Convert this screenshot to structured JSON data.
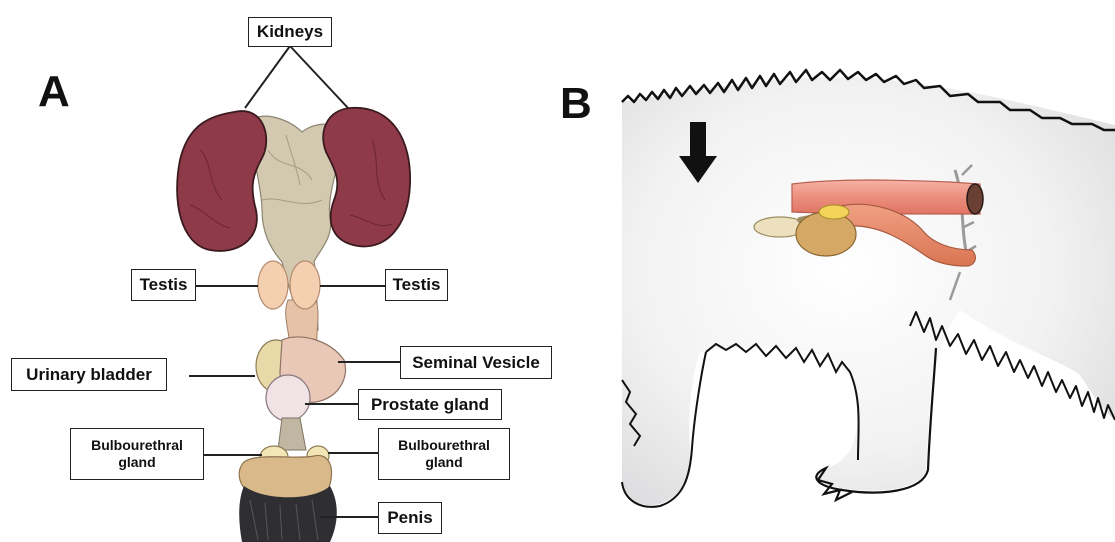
{
  "panels": {
    "a": {
      "letter": "A"
    },
    "b": {
      "letter": "B"
    }
  },
  "labels": {
    "kidneys": "Kidneys",
    "testis_left": "Testis",
    "testis_right": "Testis",
    "urinary_bladder": "Urinary bladder",
    "seminal_vesicle": "Seminal Vesicle",
    "prostate_gland": "Prostate gland",
    "bulbourethral_left": {
      "line1": "Bulbourethral",
      "line2": "gland"
    },
    "bulbourethral_right": {
      "line1": "Bulbourethral",
      "line2": "gland"
    },
    "penis": "Penis"
  },
  "colors": {
    "kidney": "#8e3a48",
    "tissue": "#d3c9b0",
    "testis": "#f4cfb0",
    "bladder": "#e8d9a8",
    "seminal_vesicle": "#e9c8b8",
    "prostate": "#f1e2e6",
    "bulbourethral": "#f3e6b6",
    "penis_base": "#d9b88a",
    "penis_dark": "#2f2f33",
    "tube_pink": "#ec9a8a",
    "tube_salmon": "#e88a6c",
    "gland_brown": "#d6a865",
    "gland_yellow": "#f3d35a",
    "gland_cream": "#ede0bf",
    "body_fill": "#efeff0",
    "arrow": "#111111"
  },
  "icons": {
    "panel_b_marker": "down-arrow-icon"
  }
}
